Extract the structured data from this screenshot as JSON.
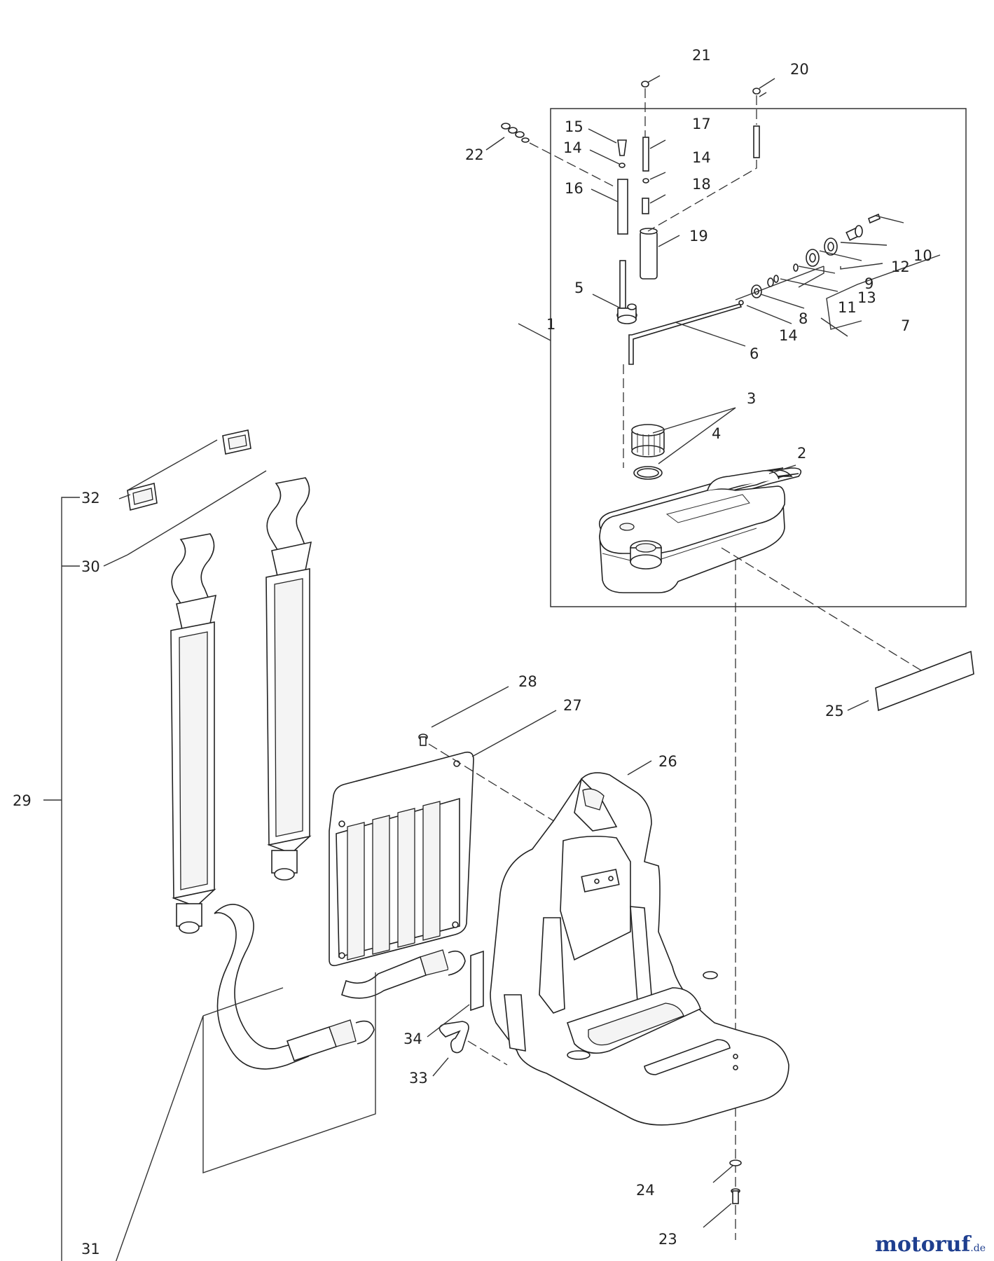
{
  "part_numbers": [
    "1",
    "2",
    "3",
    "4",
    "5",
    "6",
    "7",
    "8",
    "9",
    "10",
    "11",
    "12",
    "13",
    "14",
    "14",
    "14",
    "15",
    "16",
    "17",
    "18",
    "19",
    "20",
    "21",
    "22",
    "23",
    "24",
    "25",
    "26",
    "27",
    "28",
    "29",
    "30",
    "31",
    "32",
    "33",
    "34"
  ],
  "watermark": {
    "brand": "motoruf",
    "tld": ".de"
  }
}
